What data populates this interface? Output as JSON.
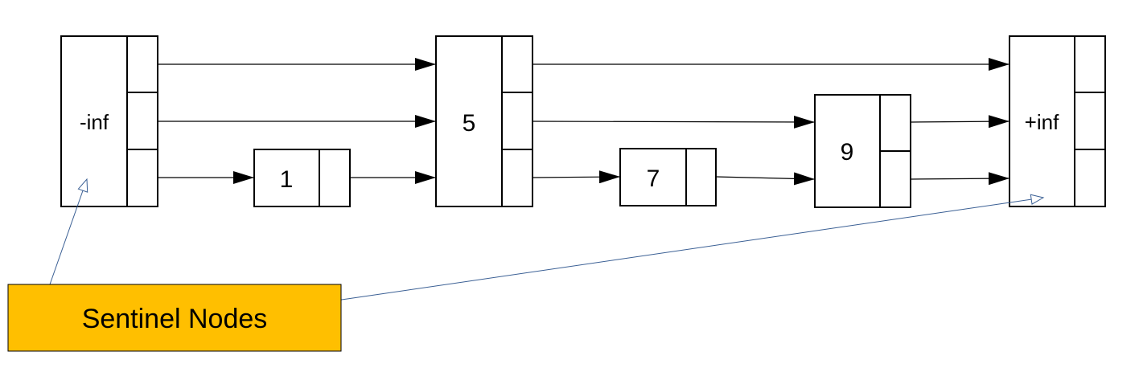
{
  "diagram": {
    "nodes": {
      "neg_inf": {
        "label": "-inf"
      },
      "n1": {
        "label": "1"
      },
      "n5": {
        "label": "5"
      },
      "n7": {
        "label": "7"
      },
      "n9": {
        "label": "9"
      },
      "pos_inf": {
        "label": "+inf"
      }
    },
    "callout": {
      "label": "Sentinel Nodes"
    },
    "colors": {
      "callout_fill": "#ffbf00",
      "callout_leader": "#3a5f94",
      "stroke": "#000000"
    }
  }
}
